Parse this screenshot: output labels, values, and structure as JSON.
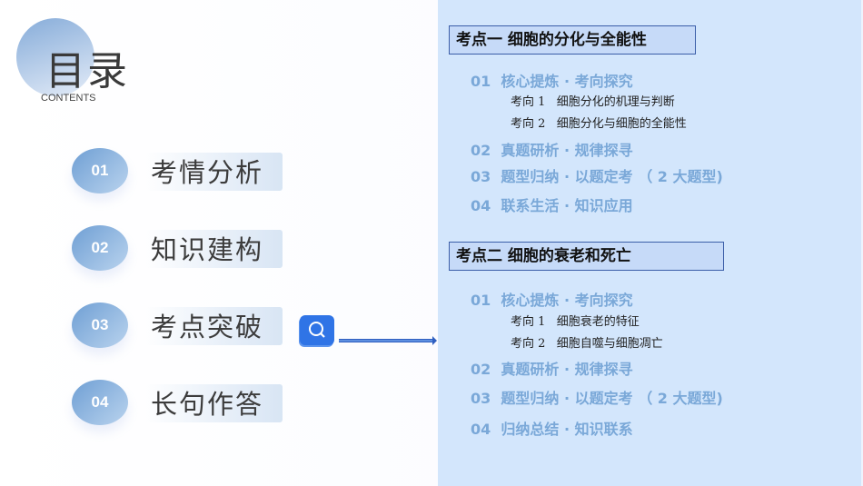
{
  "header": {
    "title": "目录",
    "subtitle": "CONTENTS"
  },
  "items": [
    {
      "num": "01",
      "label": "考情分析"
    },
    {
      "num": "02",
      "label": "知识建构"
    },
    {
      "num": "03",
      "label": "考点突破"
    },
    {
      "num": "04",
      "label": "长句作答"
    }
  ],
  "panel": {
    "sections": [
      {
        "title": "考点一   细胞的分化与全能性",
        "lines": [
          "01  核心提炼 · 考向探究",
          "02  真题研析 · 规律探寻",
          "03  题型归纳 · 以题定考 （ 2 大题型)",
          "04  联系生活 · 知识应用"
        ],
        "subs": [
          "考向 1   细胞分化的机理与判断",
          "考向 2   细胞分化与细胞的全能性"
        ]
      },
      {
        "title": "考点二 细胞的衰老和死亡",
        "lines": [
          "01  核心提炼 · 考向探究",
          "02  真题研析 · 规律探寻",
          "03  题型归纳 · 以题定考 （ 2 大题型)",
          "04  归纳总结 · 知识联系"
        ],
        "subs": [
          "考向 1   细胞衰老的特征",
          "考向 2   细胞自噬与细胞凋亡"
        ]
      }
    ]
  },
  "colors": {
    "accent": "#2f74e6",
    "panel": "#d3e6fc",
    "heading": "#7aa8d8"
  }
}
